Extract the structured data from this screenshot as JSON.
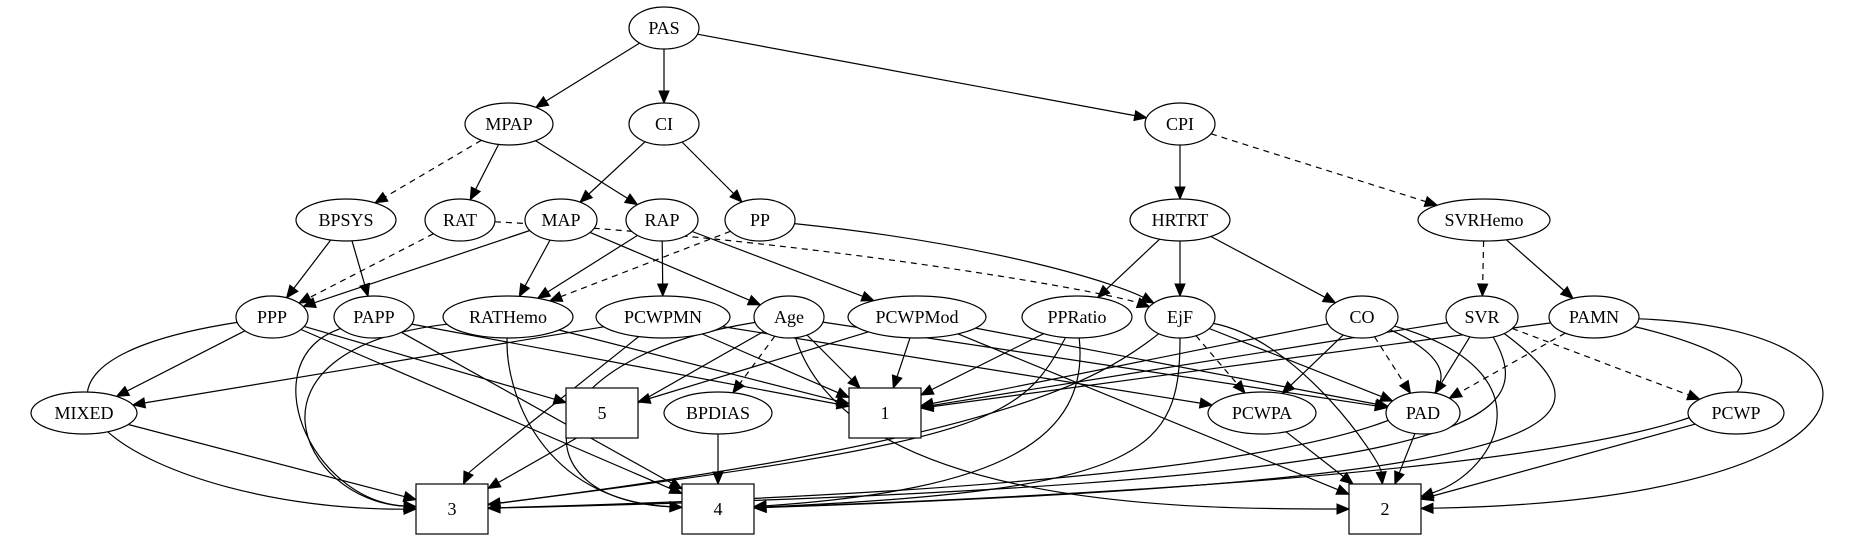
{
  "nodes": [
    {
      "id": "PAS",
      "label": "PAS",
      "shape": "ellipse"
    },
    {
      "id": "MPAP",
      "label": "MPAP",
      "shape": "ellipse"
    },
    {
      "id": "CI",
      "label": "CI",
      "shape": "ellipse"
    },
    {
      "id": "CPI",
      "label": "CPI",
      "shape": "ellipse"
    },
    {
      "id": "BPSYS",
      "label": "BPSYS",
      "shape": "ellipse"
    },
    {
      "id": "RAT",
      "label": "RAT",
      "shape": "ellipse"
    },
    {
      "id": "MAP",
      "label": "MAP",
      "shape": "ellipse"
    },
    {
      "id": "RAP",
      "label": "RAP",
      "shape": "ellipse"
    },
    {
      "id": "PP",
      "label": "PP",
      "shape": "ellipse"
    },
    {
      "id": "HRTRT",
      "label": "HRTRT",
      "shape": "ellipse"
    },
    {
      "id": "SVRHemo",
      "label": "SVRHemo",
      "shape": "ellipse"
    },
    {
      "id": "PPP",
      "label": "PPP",
      "shape": "ellipse"
    },
    {
      "id": "PAPP",
      "label": "PAPP",
      "shape": "ellipse"
    },
    {
      "id": "RATHemo",
      "label": "RATHemo",
      "shape": "ellipse"
    },
    {
      "id": "PCWPMN",
      "label": "PCWPMN",
      "shape": "ellipse"
    },
    {
      "id": "Age",
      "label": "Age",
      "shape": "ellipse"
    },
    {
      "id": "PCWPMod",
      "label": "PCWPMod",
      "shape": "ellipse"
    },
    {
      "id": "PPRatio",
      "label": "PPRatio",
      "shape": "ellipse"
    },
    {
      "id": "EjF",
      "label": "EjF",
      "shape": "ellipse"
    },
    {
      "id": "CO",
      "label": "CO",
      "shape": "ellipse"
    },
    {
      "id": "SVR",
      "label": "SVR",
      "shape": "ellipse"
    },
    {
      "id": "PAMN",
      "label": "PAMN",
      "shape": "ellipse"
    },
    {
      "id": "MIXED",
      "label": "MIXED",
      "shape": "ellipse"
    },
    {
      "id": "n5",
      "label": "5",
      "shape": "box"
    },
    {
      "id": "BPDIAS",
      "label": "BPDIAS",
      "shape": "ellipse"
    },
    {
      "id": "n1",
      "label": "1",
      "shape": "box"
    },
    {
      "id": "PCWPA",
      "label": "PCWPA",
      "shape": "ellipse"
    },
    {
      "id": "PAD",
      "label": "PAD",
      "shape": "ellipse"
    },
    {
      "id": "PCWP",
      "label": "PCWP",
      "shape": "ellipse"
    },
    {
      "id": "n3",
      "label": "3",
      "shape": "box"
    },
    {
      "id": "n4",
      "label": "4",
      "shape": "box"
    },
    {
      "id": "n2",
      "label": "2",
      "shape": "box"
    }
  ],
  "edges": [
    {
      "from": "PAS",
      "to": "MPAP",
      "style": "solid"
    },
    {
      "from": "PAS",
      "to": "CI",
      "style": "solid"
    },
    {
      "from": "PAS",
      "to": "CPI",
      "style": "solid"
    },
    {
      "from": "MPAP",
      "to": "BPSYS",
      "style": "dashed"
    },
    {
      "from": "MPAP",
      "to": "RAT",
      "style": "solid"
    },
    {
      "from": "MPAP",
      "to": "RAP",
      "style": "solid"
    },
    {
      "from": "CI",
      "to": "MAP",
      "style": "solid"
    },
    {
      "from": "CI",
      "to": "PP",
      "style": "solid"
    },
    {
      "from": "CPI",
      "to": "HRTRT",
      "style": "solid"
    },
    {
      "from": "CPI",
      "to": "SVRHemo",
      "style": "dashed"
    },
    {
      "from": "BPSYS",
      "to": "PPP",
      "style": "solid"
    },
    {
      "from": "BPSYS",
      "to": "PAPP",
      "style": "solid"
    },
    {
      "from": "RAT",
      "to": "PPP",
      "style": "dashed"
    },
    {
      "from": "RAT",
      "to": "EjF",
      "style": "dashed"
    },
    {
      "from": "MAP",
      "to": "PPP",
      "style": "solid"
    },
    {
      "from": "MAP",
      "to": "RATHemo",
      "style": "solid"
    },
    {
      "from": "MAP",
      "to": "Age",
      "style": "solid"
    },
    {
      "from": "RAP",
      "to": "RATHemo",
      "style": "solid"
    },
    {
      "from": "RAP",
      "to": "PCWPMN",
      "style": "solid"
    },
    {
      "from": "RAP",
      "to": "PCWPMod",
      "style": "solid"
    },
    {
      "from": "PP",
      "to": "RATHemo",
      "style": "dashed"
    },
    {
      "from": "PP",
      "to": "EjF",
      "style": "solid"
    },
    {
      "from": "HRTRT",
      "to": "PPRatio",
      "style": "solid"
    },
    {
      "from": "HRTRT",
      "to": "EjF",
      "style": "solid"
    },
    {
      "from": "HRTRT",
      "to": "CO",
      "style": "solid"
    },
    {
      "from": "SVRHemo",
      "to": "SVR",
      "style": "dashed"
    },
    {
      "from": "SVRHemo",
      "to": "PAMN",
      "style": "solid"
    },
    {
      "from": "PPP",
      "to": "MIXED",
      "style": "solid"
    },
    {
      "from": "PPP",
      "to": "n5",
      "style": "solid"
    },
    {
      "from": "PPP",
      "to": "n4",
      "style": "solid"
    },
    {
      "from": "PPP",
      "to": "n3",
      "style": "solid"
    },
    {
      "from": "PAPP",
      "to": "n3",
      "style": "solid"
    },
    {
      "from": "PAPP",
      "to": "n4",
      "style": "solid"
    },
    {
      "from": "PAPP",
      "to": "n1",
      "style": "solid"
    },
    {
      "from": "RATHemo",
      "to": "n3",
      "style": "solid"
    },
    {
      "from": "RATHemo",
      "to": "n4",
      "style": "solid"
    },
    {
      "from": "RATHemo",
      "to": "n1",
      "style": "solid"
    },
    {
      "from": "PCWPMN",
      "to": "MIXED",
      "style": "solid"
    },
    {
      "from": "PCWPMN",
      "to": "n3",
      "style": "solid"
    },
    {
      "from": "PCWPMN",
      "to": "n1",
      "style": "solid"
    },
    {
      "from": "PCWPMN",
      "to": "PCWPA",
      "style": "solid"
    },
    {
      "from": "Age",
      "to": "BPDIAS",
      "style": "dashed"
    },
    {
      "from": "Age",
      "to": "n1",
      "style": "solid"
    },
    {
      "from": "Age",
      "to": "n3",
      "style": "solid"
    },
    {
      "from": "Age",
      "to": "n4",
      "style": "solid"
    },
    {
      "from": "Age",
      "to": "n2",
      "style": "solid"
    },
    {
      "from": "Age",
      "to": "PAD",
      "style": "solid"
    },
    {
      "from": "PCWPMod",
      "to": "n5",
      "style": "solid"
    },
    {
      "from": "PCWPMod",
      "to": "n1",
      "style": "solid"
    },
    {
      "from": "PCWPMod",
      "to": "n2",
      "style": "solid"
    },
    {
      "from": "PCWPMod",
      "to": "PAD",
      "style": "solid"
    },
    {
      "from": "PPRatio",
      "to": "n1",
      "style": "solid"
    },
    {
      "from": "PPRatio",
      "to": "n3",
      "style": "solid"
    },
    {
      "from": "PPRatio",
      "to": "n4",
      "style": "solid"
    },
    {
      "from": "EjF",
      "to": "PCWPA",
      "style": "dashed"
    },
    {
      "from": "EjF",
      "to": "PAD",
      "style": "solid"
    },
    {
      "from": "EjF",
      "to": "n3",
      "style": "solid"
    },
    {
      "from": "EjF",
      "to": "n4",
      "style": "solid"
    },
    {
      "from": "EjF",
      "to": "n2",
      "style": "solid"
    },
    {
      "from": "CO",
      "to": "n1",
      "style": "solid"
    },
    {
      "from": "CO",
      "to": "PCWPA",
      "style": "solid"
    },
    {
      "from": "CO",
      "to": "PAD",
      "style": "dashed"
    },
    {
      "from": "CO",
      "to": "n3",
      "style": "solid"
    },
    {
      "from": "CO",
      "to": "n2",
      "style": "solid"
    },
    {
      "from": "SVR",
      "to": "n1",
      "style": "solid"
    },
    {
      "from": "SVR",
      "to": "PAD",
      "style": "solid"
    },
    {
      "from": "SVR",
      "to": "PCWP",
      "style": "dashed"
    },
    {
      "from": "SVR",
      "to": "n3",
      "style": "solid"
    },
    {
      "from": "SVR",
      "to": "n4",
      "style": "solid"
    },
    {
      "from": "PAMN",
      "to": "PAD",
      "style": "dashed"
    },
    {
      "from": "PAMN",
      "to": "n1",
      "style": "solid"
    },
    {
      "from": "PAMN",
      "to": "n4",
      "style": "solid"
    },
    {
      "from": "PAMN",
      "to": "n2",
      "style": "solid"
    },
    {
      "from": "MIXED",
      "to": "n3",
      "style": "solid"
    },
    {
      "from": "BPDIAS",
      "to": "n4",
      "style": "solid"
    },
    {
      "from": "PCWPA",
      "to": "n2",
      "style": "solid"
    },
    {
      "from": "PAD",
      "to": "n2",
      "style": "solid"
    },
    {
      "from": "PCWP",
      "to": "n2",
      "style": "solid"
    }
  ]
}
